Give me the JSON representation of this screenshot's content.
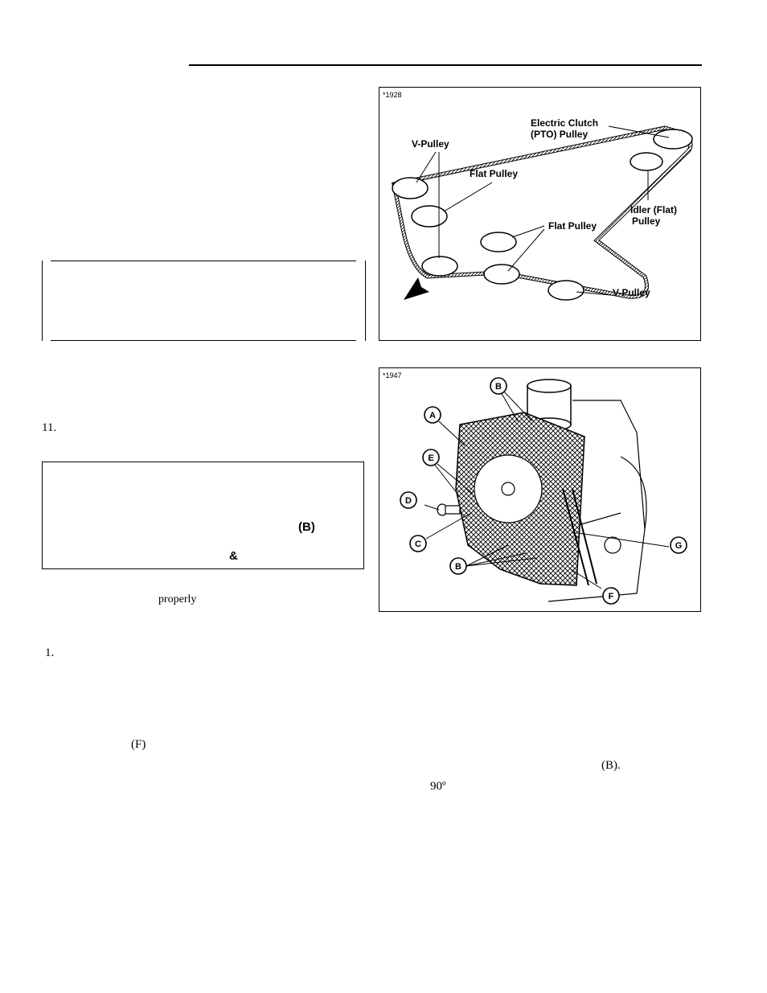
{
  "figure1": {
    "id": "*1928",
    "labels": {
      "electric_clutch": "Electric Clutch",
      "pto_pulley": "(PTO) Pulley",
      "v_pulley_top": "V-Pulley",
      "flat_pulley_top": "Flat Pulley",
      "idler_flat": "Idler (Flat)",
      "idler_pulley": "Pulley",
      "flat_pulley_mid": "Flat Pulley",
      "v_pulley_bottom": "V-Pulley"
    }
  },
  "figure2": {
    "id": "*1947",
    "callouts": [
      "A",
      "B",
      "B",
      "C",
      "D",
      "E",
      "F",
      "G"
    ]
  },
  "text": {
    "step_11": "11.",
    "note_b": "(B)",
    "ampersand": "&",
    "properly": "properly",
    "step_1": "1.",
    "ref_f": "(F)",
    "ref_b": "(B).",
    "degrees": "90º"
  }
}
